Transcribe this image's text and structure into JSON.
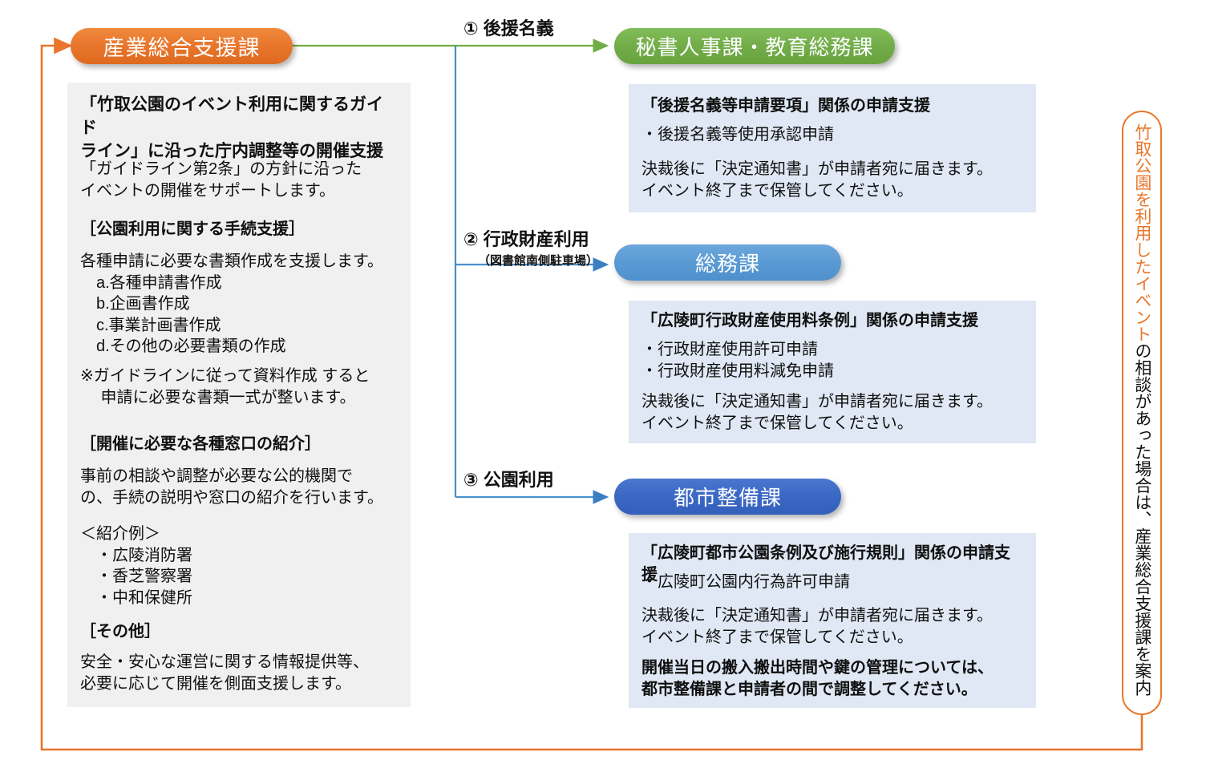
{
  "colors": {
    "orange": "#e8762c",
    "green": "#70ad47",
    "blue_light": "#5b9bd5",
    "blue_dark": "#3a68c4",
    "panel_grey": "#f0f0f0",
    "panel_blue": "#dfe8f4",
    "red": "#ee1c17"
  },
  "source_department": {
    "label": "産業総合支援課"
  },
  "source_panel": {
    "heading": "「竹取公園のイベント利用に関するガイド\nライン」に沿った庁内調整等の開催支援",
    "intro": "「ガイドライン第2条」の方針に沿った\nイベントの開催をサポートします。",
    "section1_title": "［公園利用に関する手続支援］",
    "section1_body": "各種申請に必要な書類作成を支援します。\n　a.各種申請書作成\n　b.企画書作成\n　c.事業計画書作成\n　d.その他の必要書類の作成",
    "section1_note": "※ガイドラインに従って資料作成 すると\n　 申請に必要な書類一式が整います。",
    "section2_title": "［開催に必要な各種窓口の紹介］",
    "section2_body": "事前の相談や調整が必要な公的機関で\nの、手続の説明や窓口の紹介を行います。",
    "section2_examples": "＜紹介例＞\n　・広陵消防署\n　・香芝警察署\n　・中和保健所",
    "section3_title": "［その他］",
    "section3_body": "安全・安心な運営に関する情報提供等、\n必要に応じて開催を側面支援します。"
  },
  "flows": [
    {
      "number_label": "① 後援名義",
      "sub_label": "",
      "department": "秘書人事課・教育総務課",
      "department_color": "green",
      "panel": {
        "heading": "「後援名義等申請要項」関係の申請支援",
        "bullets": "・後援名義等使用承認申請",
        "note": "決裁後に「決定通知書」が申請者宛に届きます。\nイベント終了まで保管してください。",
        "warning": ""
      }
    },
    {
      "number_label": "② 行政財産利用",
      "sub_label": "（図書館南側駐車場）",
      "department": "総務課",
      "department_color": "blue-light",
      "panel": {
        "heading": "「広陵町行政財産使用料条例」関係の申請支援",
        "bullets": "・行政財産使用許可申請\n・行政財産使用料減免申請",
        "note": "決裁後に「決定通知書」が申請者宛に届きます。\nイベント終了まで保管してください。",
        "warning": ""
      }
    },
    {
      "number_label": "③ 公園利用",
      "sub_label": "",
      "department": "都市整備課",
      "department_color": "blue-dark",
      "panel": {
        "heading": "「広陵町都市公園条例及び施行規則」関係の申請支援",
        "bullets": "・広陵町公園内行為許可申請",
        "note": "決裁後に「決定通知書」が申請者宛に届きます。\nイベント終了まで保管してください。",
        "warning": "開催当日の搬入搬出時間や鍵の管理については、\n都市整備課と申請者の間で調整してください。"
      }
    }
  ],
  "side_note": {
    "highlight": "竹取公園を利用したイベント",
    "rest": "の相談があった場合は、産業総合支援課を案内"
  }
}
